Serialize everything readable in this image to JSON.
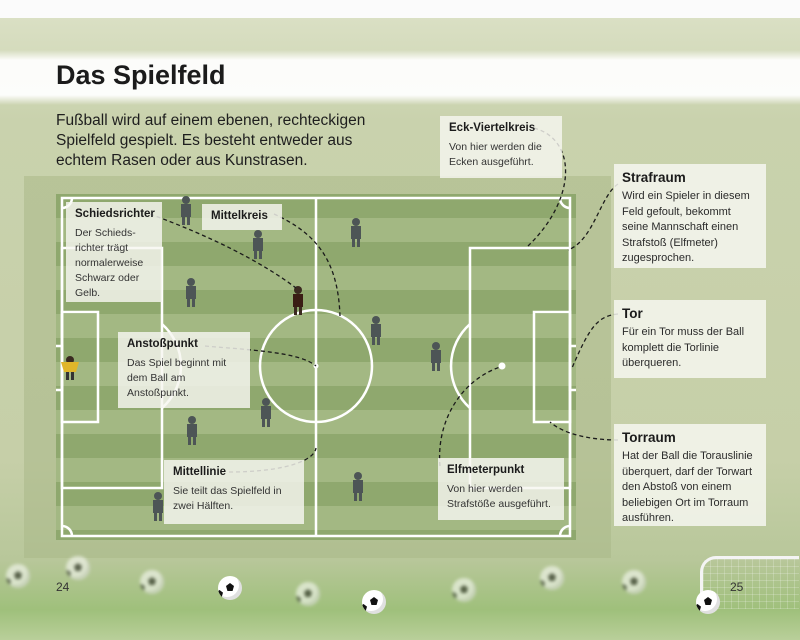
{
  "page": {
    "title": "Das Spielfeld",
    "intro": "Fußball wird auf einem ebenen, rechteckigen Spielfeld gespielt. Es besteht entweder aus echtem Rasen oder aus Kunstrasen.",
    "page_left": "24",
    "page_right": "25"
  },
  "labels": {
    "eck": {
      "title": "Eck-Viertelkreis",
      "text": "Von hier werden die Ecken ausgeführt."
    },
    "schiri": {
      "title": "Schiedsrichter",
      "text": "Der Schieds-richter trägt normalerweise Schwarz oder Gelb."
    },
    "mittelkreis": {
      "title": "Mittelkreis"
    },
    "anstoss": {
      "title": "Anstoßpunkt",
      "text": "Das Spiel beginnt mit dem Ball am Anstoßpunkt."
    },
    "mittellinie": {
      "title": "Mittellinie",
      "text": "Sie teilt das Spielfeld in zwei Hälften."
    },
    "elfmeter": {
      "title": "Elfmeterpunkt",
      "text": "Von hier werden Strafstöße ausgeführt."
    }
  },
  "sidebar": {
    "strafraum": {
      "title": "Strafraum",
      "text": "Wird ein Spieler in diesem Feld gefoult, bekommt seine Mannschaft einen Strafstoß (Elfmeter) zugesprochen."
    },
    "tor": {
      "title": "Tor",
      "text": "Für ein Tor muss der Ball komplett die Torlinie überqueren."
    },
    "torraum": {
      "title": "Torraum",
      "text": "Hat der Ball die Torauslinie überquert, darf der Torwart den Abstoß von einem beliebigen Ort im Torraum ausführen."
    }
  },
  "colors": {
    "grass_dark": "#8fa86e",
    "grass_light": "#a3b883",
    "line": "#ffffff",
    "player": "#4d5556",
    "referee": "#3b2a20",
    "keeper": "#e0b62a"
  }
}
